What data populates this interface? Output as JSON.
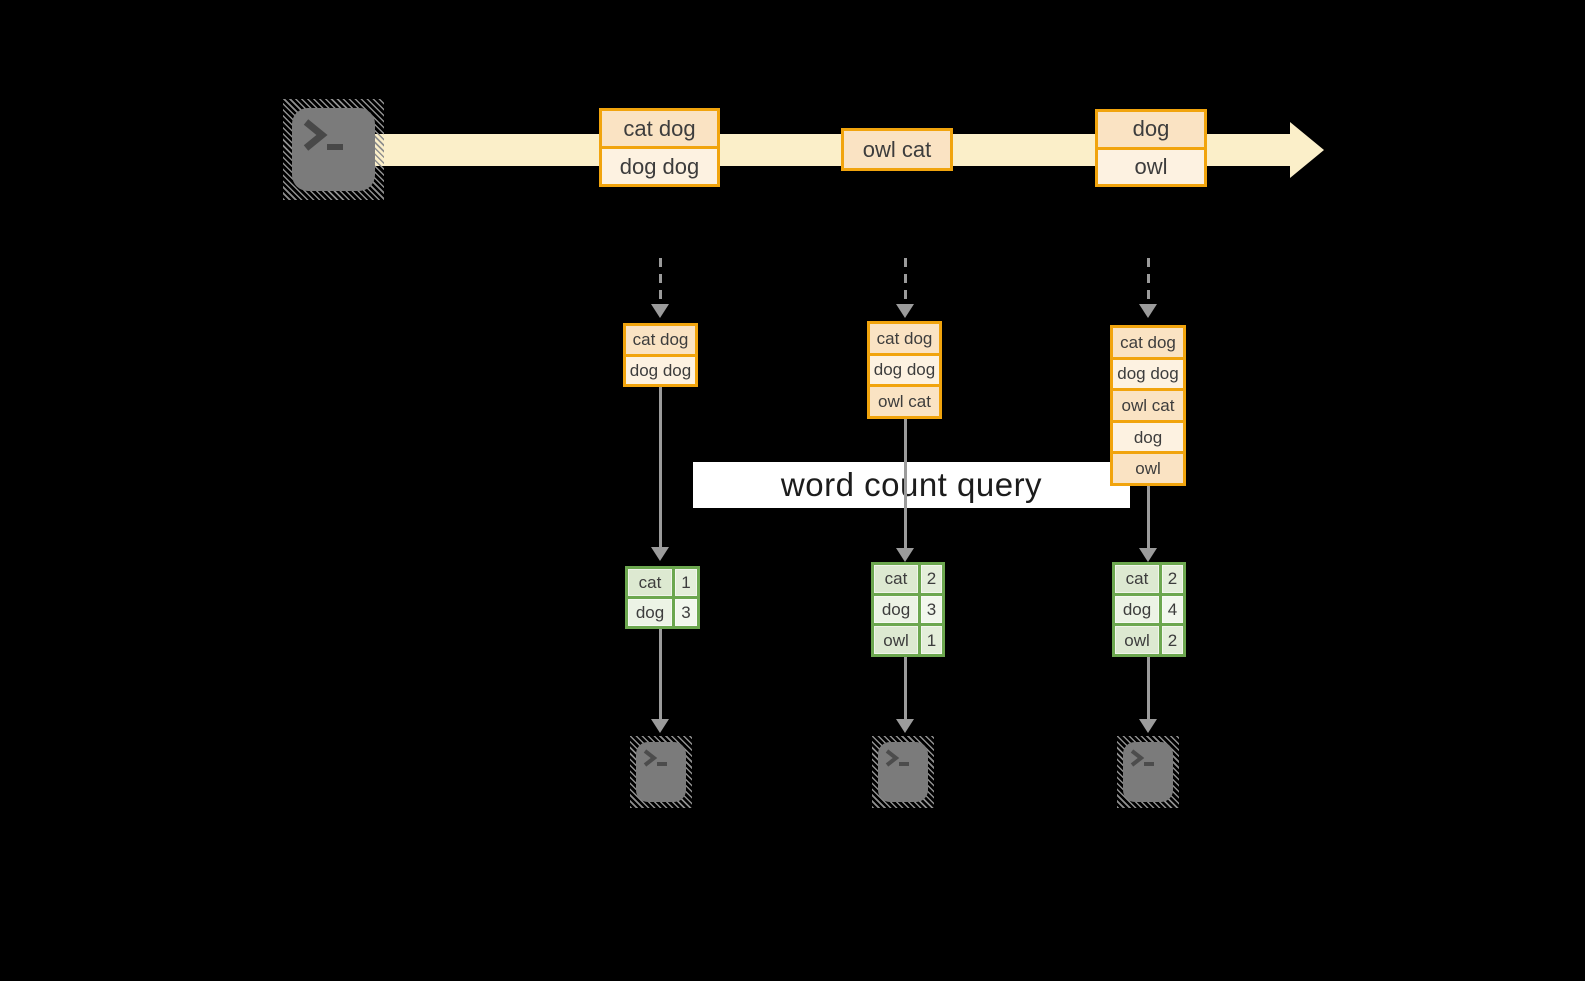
{
  "colors": {
    "background": "#000000",
    "accent_gold": "#f1a40d",
    "peach_dark": "#fae3c3",
    "peach_light": "#fdf2e1",
    "stream_cream": "#fbefc9",
    "accent_green": "#6ca74f",
    "sage_dark": "#dde9d1",
    "sage_light": "#ecf3e5",
    "arrow_gray": "#9b9b9b",
    "terminal_gray": "#7b7b7b"
  },
  "query": {
    "label": "word count query"
  },
  "stream": {
    "source_icon": "terminal-icon",
    "records": [
      {
        "rows": [
          "cat dog",
          "dog dog"
        ]
      },
      {
        "rows": [
          "owl cat"
        ]
      },
      {
        "rows": [
          "dog",
          "owl"
        ]
      }
    ]
  },
  "pipelines": [
    {
      "buffer": [
        "cat dog",
        "dog dog"
      ],
      "counts": [
        [
          "cat",
          "1"
        ],
        [
          "dog",
          "3"
        ]
      ],
      "sink_icon": "terminal-icon"
    },
    {
      "buffer": [
        "cat dog",
        "dog dog",
        "owl cat"
      ],
      "counts": [
        [
          "cat",
          "2"
        ],
        [
          "dog",
          "3"
        ],
        [
          "owl",
          "1"
        ]
      ],
      "sink_icon": "terminal-icon"
    },
    {
      "buffer": [
        "cat dog",
        "dog dog",
        "owl cat",
        "dog",
        "owl"
      ],
      "counts": [
        [
          "cat",
          "2"
        ],
        [
          "dog",
          "4"
        ],
        [
          "owl",
          "2"
        ]
      ],
      "sink_icon": "terminal-icon"
    }
  ]
}
